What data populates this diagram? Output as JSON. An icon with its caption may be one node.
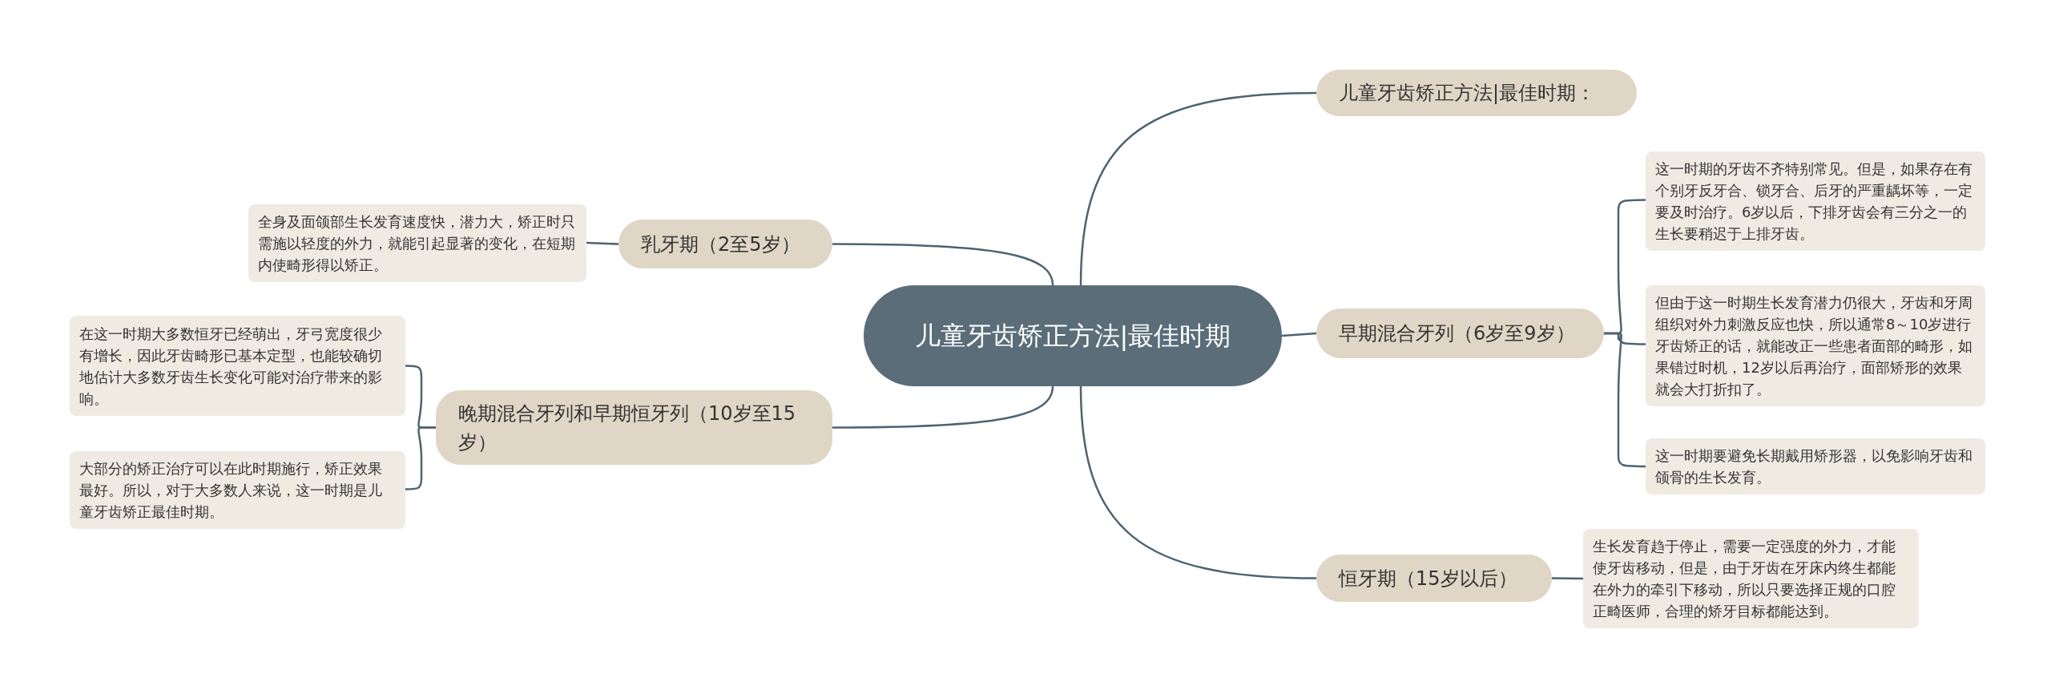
{
  "diagram": {
    "nodes": [
      {
        "text": [
          "儿童牙齿矫正方法|最佳时期"
        ]
      },
      {
        "text": [
          "儿童牙齿矫正方法|最佳时期："
        ]
      },
      {
        "text": [
          "乳牙期（2至5岁）"
        ]
      },
      {
        "text": [
          "全身及面颌部生长发育速度快，潜力大，矫正时只需施以轻度的外力，就能引起显著的变化，在短期内使畸形得以矫正。"
        ]
      },
      {
        "text": [
          "早期混合牙列（6岁至9岁）"
        ]
      },
      {
        "text": [
          "这一时期的牙齿不齐特别常见。但是，如果存在有个别牙反牙合、锁牙合、后牙的严重龋坏等，一定要及时治疗。6岁以后，下排牙齿会有三分之一的生长要稍迟于上排牙齿。"
        ]
      },
      {
        "text": [
          "但由于这一时期生长发育潜力仍很大，牙齿和牙周组织对外力刺激反应也快，所以通常8～10岁进行牙齿矫正的话，就能改正一些患者面部的畸形，如果错过时机，12岁以后再治疗，面部矫形的效果就会大打折扣了。"
        ]
      },
      {
        "text": [
          "这一时期要避免长期戴用矫形器，以免影响牙齿和颌骨的生长发育。"
        ]
      },
      {
        "text": [
          "晚期混合牙列和早期恒牙列（10岁至15岁）"
        ]
      },
      {
        "text": [
          "在这一时期大多数恒牙已经萌出，牙弓宽度很少有增长，因此牙齿畸形已基本定型，也能较确切地估计大多数牙齿生长变化可能对治疗带来的影响。"
        ]
      },
      {
        "text": [
          "大部分的矫正治疗可以在此时期施行，矫正效果最好。所以，对于大多数人来说，这一时期是儿童牙齿矫正最佳时期。"
        ]
      },
      {
        "text": [
          "恒牙期（15岁以后）"
        ]
      },
      {
        "text": [
          "生长发育趋于停止，需要一定强度的外力，才能使牙齿移动，但是，由于牙齿在牙床内终生都能在外力的牵引下移动，所以只要选择正规的口腔正畸医师，合理的矫牙目标都能达到。"
        ]
      }
    ],
    "edges": [
      {
        "from": 0,
        "to": 1,
        "arrow": "none"
      },
      {
        "from": 0,
        "to": 2,
        "arrow": "none"
      },
      {
        "from": 2,
        "to": 3,
        "arrow": "none"
      },
      {
        "from": 0,
        "to": 4,
        "arrow": "none"
      },
      {
        "from": 4,
        "to": 5,
        "arrow": "none"
      },
      {
        "from": 4,
        "to": 6,
        "arrow": "none"
      },
      {
        "from": 4,
        "to": 7,
        "arrow": "none"
      },
      {
        "from": 0,
        "to": 8,
        "arrow": "none"
      },
      {
        "from": 8,
        "to": 9,
        "arrow": "none"
      },
      {
        "from": 8,
        "to": 10,
        "arrow": "none"
      },
      {
        "from": 0,
        "to": 11,
        "arrow": "none"
      },
      {
        "from": 11,
        "to": 12,
        "arrow": "none"
      }
    ]
  }
}
